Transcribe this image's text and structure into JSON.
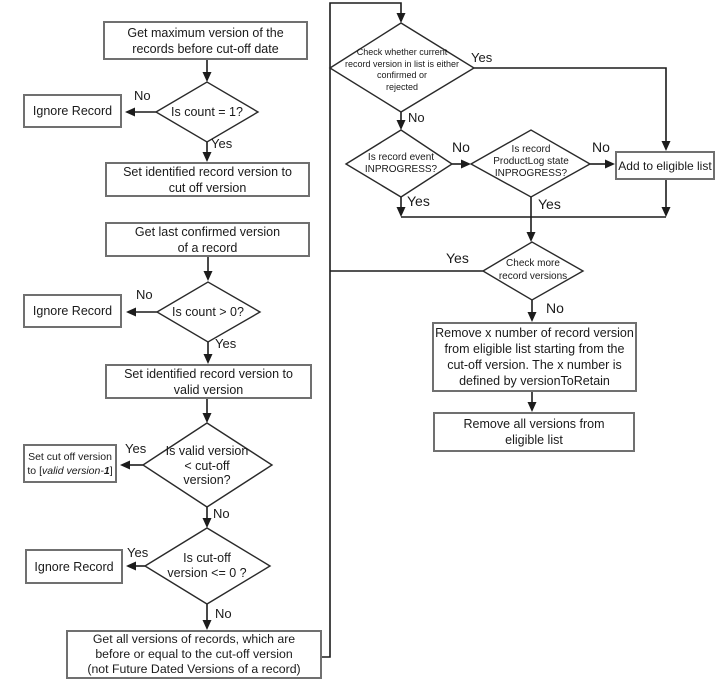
{
  "labels": {
    "yes": "Yes",
    "no": "No"
  },
  "colors": {
    "line": "#1c1c1c",
    "box_border": "#707070",
    "text": "#1a1a1a",
    "background": "#ffffff"
  },
  "nodes": {
    "get_max_version": {
      "lines": [
        "Get maximum version of the",
        "records before cut-off date"
      ]
    },
    "is_count_1": {
      "label": "Is count = 1?"
    },
    "ignore_record_1": {
      "label": "Ignore Record"
    },
    "set_identified_cutoff": {
      "lines": [
        "Set identified record version to",
        "cut off version"
      ]
    },
    "get_last_confirmed": {
      "lines": [
        "Get last confirmed version",
        "of a record"
      ]
    },
    "is_count_gt_0": {
      "label": "Is count > 0?"
    },
    "ignore_record_2": {
      "label": "Ignore Record"
    },
    "set_identified_valid": {
      "lines": [
        "Set identified record version to",
        "valid version"
      ]
    },
    "is_valid_lt_cutoff": {
      "lines": [
        "Is valid version",
        "< cut-off",
        "version?"
      ]
    },
    "set_cutoff_bracket": {
      "line1": "Set cut off version",
      "line2_prefix": "to [",
      "line2_italic": "valid version-",
      "line2_bold_italic": "1",
      "line2_suffix": "]"
    },
    "is_cutoff_le_0": {
      "lines": [
        "Is cut-off",
        "version <= 0 ?"
      ]
    },
    "ignore_record_3": {
      "label": "Ignore Record"
    },
    "get_all_versions": {
      "lines": [
        "Get all versions of records, which are",
        "before or equal to the cut-off version",
        "(not Future Dated Versions of a record)"
      ]
    },
    "check_confirmed_rejected": {
      "lines": [
        "Check whether current",
        "record version in list is either",
        "confirmed or",
        "rejected"
      ]
    },
    "is_record_event_inprogress": {
      "lines": [
        "Is record event",
        "INPROGRESS?"
      ]
    },
    "is_productlog_inprogress": {
      "lines": [
        "Is record",
        "ProductLog state",
        "INPROGRESS?"
      ]
    },
    "add_to_eligible_list": {
      "label": "Add to eligible list"
    },
    "check_more_versions": {
      "lines": [
        "Check more",
        "record versions"
      ]
    },
    "remove_x_number": {
      "lines": [
        "Remove x number of record version",
        "from eligible list starting from the",
        "cut-off version. The x number is",
        "defined by versionToRetain"
      ]
    },
    "remove_all_versions": {
      "lines": [
        "Remove all versions from",
        "eligible list"
      ]
    }
  }
}
